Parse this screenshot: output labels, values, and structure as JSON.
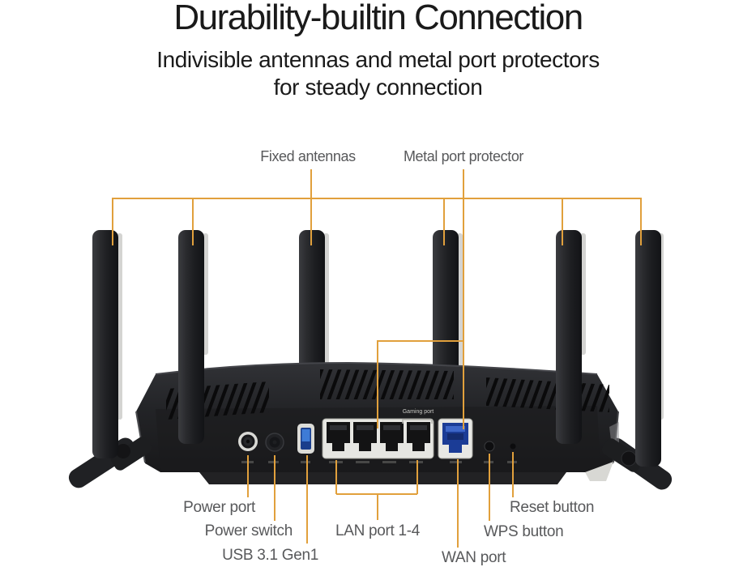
{
  "header": {
    "title": "Durability-builtin Connection",
    "subtitle_line1": "Indivisible antennas and metal port protectors",
    "subtitle_line2": "for steady connection"
  },
  "callouts": {
    "fixed_antennas": "Fixed antennas",
    "metal_port_protector": "Metal port protector"
  },
  "port_labels": {
    "power_port": "Power port",
    "power_switch": "Power switch",
    "usb": "USB 3.1 Gen1",
    "lan": "LAN port 1-4",
    "wan": "WAN port",
    "wps": "WPS button",
    "reset": "Reset button"
  },
  "router": {
    "gaming_port_label": "Gaming port",
    "antenna_count": "6"
  },
  "colors": {
    "annotation_line": "#E1A03C",
    "label_text": "#58595B",
    "heading_text": "#1A1A1A",
    "usb_blue": "#2E6BC4",
    "wan_blue": "#1B3C96",
    "router_body": "#232427"
  }
}
